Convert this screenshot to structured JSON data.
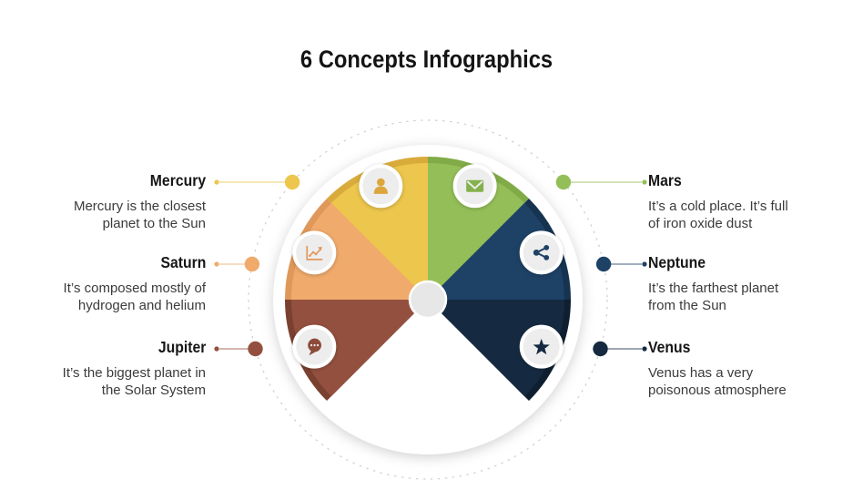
{
  "title": "6 Concepts Infographics",
  "wheel": {
    "dashed_circle_color": "#cfcfcf",
    "ring_color": "#ffffff",
    "center_circle_color": "#e7e7e7",
    "badge_fill": "#ededed",
    "badge_border": "#ffffff"
  },
  "items": [
    {
      "name": "Mercury",
      "description": "Mercury is the closest\nplanet to the Sun",
      "side": "left",
      "row": 0,
      "color": "#ecc64d",
      "rim_color": "#d9ab3b",
      "icon": "person-icon",
      "icon_color": "#dca63d",
      "wedge": {
        "start": 90,
        "end": 135
      }
    },
    {
      "name": "Mars",
      "description": "It’s a cold place. It’s full\nof iron oxide dust",
      "side": "right",
      "row": 0,
      "color": "#94bf58",
      "rim_color": "#80ab47",
      "icon": "envelope-icon",
      "icon_color": "#84b14c",
      "wedge": {
        "start": 45,
        "end": 90
      }
    },
    {
      "name": "Saturn",
      "description": "It’s composed mostly of\nhydrogen and helium",
      "side": "left",
      "row": 1,
      "color": "#f0aa6c",
      "rim_color": "#e0985a",
      "icon": "line-chart-icon",
      "icon_color": "#e3975c",
      "wedge": {
        "start": 135,
        "end": 180
      }
    },
    {
      "name": "Neptune",
      "description": "It’s the farthest planet\nfrom the Sun",
      "side": "right",
      "row": 1,
      "color": "#1e4166",
      "rim_color": "#16334f",
      "icon": "share-icon",
      "icon_color": "#1e4166",
      "wedge": {
        "start": 0,
        "end": 45
      }
    },
    {
      "name": "Jupiter",
      "description": "It’s the biggest planet in\nthe Solar System",
      "side": "left",
      "row": 2,
      "color": "#93503e",
      "rim_color": "#7a4130",
      "icon": "speech-bubble-icon",
      "icon_color": "#8d4b3a",
      "wedge": {
        "start": 180,
        "end": 225
      }
    },
    {
      "name": "Venus",
      "description": "Venus has a very\npoisonous atmosphere",
      "side": "right",
      "row": 2,
      "color": "#152a40",
      "rim_color": "#0f1f30",
      "icon": "star-icon",
      "icon_color": "#152a40",
      "wedge": {
        "start": -45,
        "end": 0
      }
    }
  ]
}
